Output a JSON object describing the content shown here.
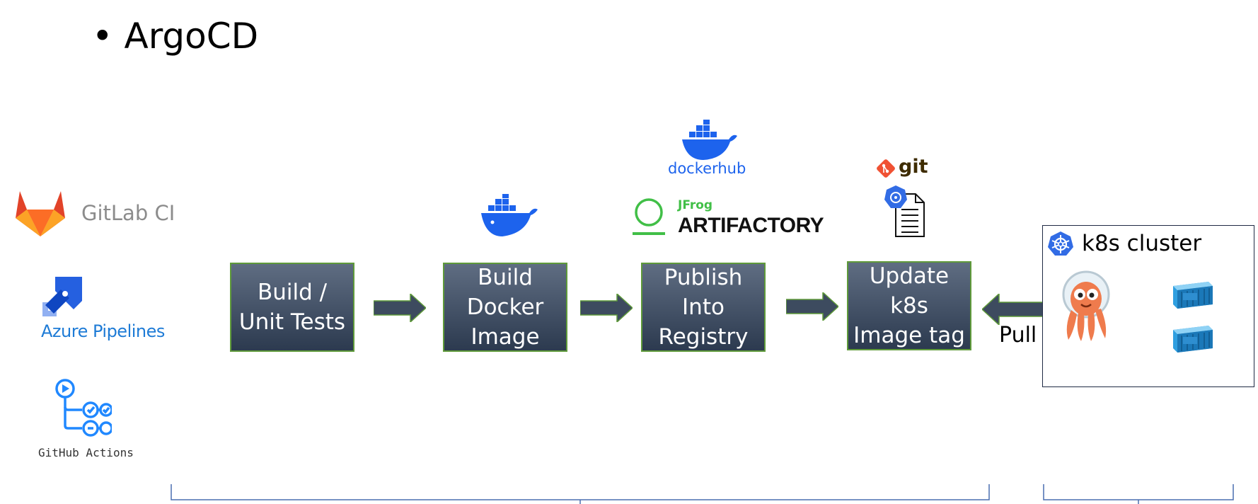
{
  "title": {
    "bullet": "•",
    "text": "ArgoCD"
  },
  "ci_tools": [
    {
      "name": "GitLab CI",
      "icon": "gitlab-icon"
    },
    {
      "name": "Azure Pipelines",
      "icon": "azure-pipelines-icon"
    },
    {
      "name": "GitHub Actions",
      "icon": "github-actions-icon"
    }
  ],
  "stages": [
    {
      "label": "Build /\nUnit Tests"
    },
    {
      "label": "Build\nDocker\nImage"
    },
    {
      "label": "Publish\nInto\nRegistry"
    },
    {
      "label": "Update\nk8s\nImage tag"
    }
  ],
  "registries": {
    "dockerhub": "dockerhub",
    "jfrog": "JFrog",
    "artifactory": "ARTIFACTORY"
  },
  "git": {
    "label": "git"
  },
  "pull_label": "Pull",
  "cluster": {
    "label": "k8s cluster"
  },
  "colors": {
    "stage_top": "#5f6d82",
    "stage_bottom": "#2c3a4f",
    "stage_border": "#5f9a3a",
    "arrow": "#3d4b5f",
    "bracket": "#4a6fb0",
    "docker_blue": "#1d63ed",
    "k8s_blue": "#326ce5",
    "argo_orange": "#ef7b4d"
  }
}
